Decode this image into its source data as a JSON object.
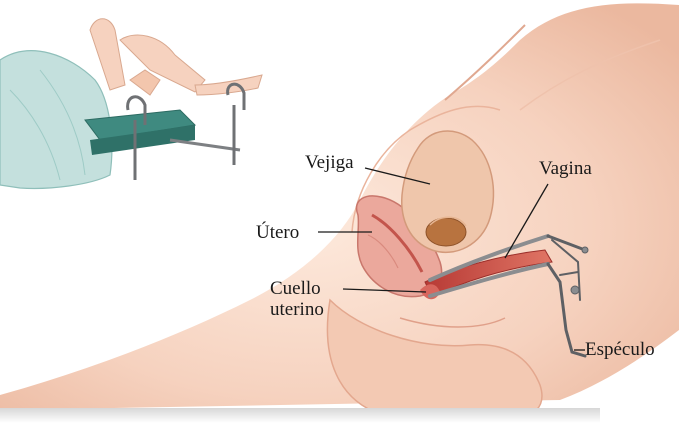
{
  "labels": {
    "bladder": "Vejiga",
    "vagina": "Vagina",
    "uterus": "Útero",
    "cervix_line1": "Cuello",
    "cervix_line2": "uterino",
    "speculum": "Espéculo"
  },
  "colors": {
    "skin_light": "#fbe3d3",
    "skin_mid": "#f2c6ae",
    "skin_shadow": "#e2a58c",
    "organ_pink": "#e9a49a",
    "organ_red": "#c2453f",
    "bladder_fill": "#edc2a7",
    "bladder_inner": "#b8733f",
    "metal": "#6f7174",
    "drape": "#c4e0dd",
    "table_green": "#3f8a80",
    "leader": "#1a1a1a"
  },
  "icons": {
    "inset": "patient-on-exam-table-illustration",
    "main": "pelvic-cross-section-illustration"
  }
}
